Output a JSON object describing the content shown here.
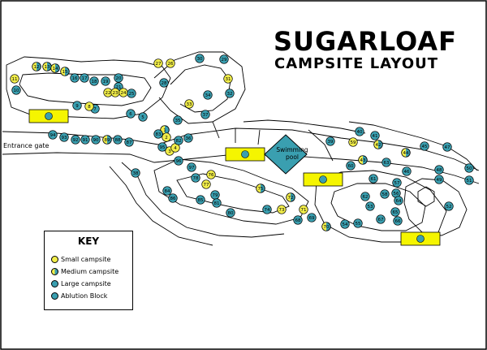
{
  "title_line1": "SUGARLOAF",
  "title_line2": "CAMPSITE LAYOUT",
  "entrance_label": "Entrance gate",
  "pool_label": "Swimming pool",
  "key": {
    "heading": "KEY",
    "items": [
      {
        "label": "Small campsite",
        "color": "#f2ee4a",
        "icon": "small-campsite-icon"
      },
      {
        "label": "Medium campsite",
        "color": "#f2ee4a",
        "icon": "medium-campsite-icon"
      },
      {
        "label": "Large campsite",
        "color": "#3a9fb0",
        "icon": "large-campsite-icon"
      },
      {
        "label": "Ablution Block",
        "color": "#3a9fb0",
        "icon": "ablution-block-icon"
      }
    ]
  },
  "colors": {
    "small": "#f2ee4a",
    "large": "#3a9fb0",
    "ablution_fill": "#f5f500",
    "pool": "#3a9fb0"
  },
  "sites": [
    {
      "n": "1",
      "t": "m"
    },
    {
      "n": "2",
      "t": "s"
    },
    {
      "n": "3",
      "t": "s"
    },
    {
      "n": "4",
      "t": "s"
    },
    {
      "n": "5",
      "t": "l"
    },
    {
      "n": "6",
      "t": "l"
    },
    {
      "n": "7",
      "t": "l"
    },
    {
      "n": "8",
      "t": "s"
    },
    {
      "n": "9",
      "t": "l"
    },
    {
      "n": "10",
      "t": "l"
    },
    {
      "n": "11",
      "t": "s"
    },
    {
      "n": "12",
      "t": "m"
    },
    {
      "n": "13",
      "t": "m"
    },
    {
      "n": "14",
      "t": "m"
    },
    {
      "n": "15",
      "t": "m"
    },
    {
      "n": "16",
      "t": "l"
    },
    {
      "n": "17",
      "t": "l"
    },
    {
      "n": "18",
      "t": "l"
    },
    {
      "n": "19",
      "t": "l"
    },
    {
      "n": "20",
      "t": "l"
    },
    {
      "n": "21",
      "t": "l"
    },
    {
      "n": "22",
      "t": "s"
    },
    {
      "n": "23",
      "t": "s"
    },
    {
      "n": "24",
      "t": "s"
    },
    {
      "n": "25",
      "t": "l"
    },
    {
      "n": "26",
      "t": "s"
    },
    {
      "n": "27",
      "t": "s"
    },
    {
      "n": "28",
      "t": "l"
    },
    {
      "n": "29",
      "t": "l"
    },
    {
      "n": "30",
      "t": "l"
    },
    {
      "n": "31",
      "t": "s"
    },
    {
      "n": "32",
      "t": "l"
    },
    {
      "n": "33",
      "t": "s"
    },
    {
      "n": "34",
      "t": "l"
    },
    {
      "n": "35",
      "t": "l"
    },
    {
      "n": "36",
      "t": "l"
    },
    {
      "n": "37",
      "t": "l"
    },
    {
      "n": "38",
      "t": "l"
    },
    {
      "n": "39",
      "t": "l"
    },
    {
      "n": "40",
      "t": "l"
    },
    {
      "n": "41",
      "t": "l"
    },
    {
      "n": "42",
      "t": "m"
    },
    {
      "n": "43",
      "t": "m"
    },
    {
      "n": "44",
      "t": "m"
    },
    {
      "n": "45",
      "t": "l"
    },
    {
      "n": "46",
      "t": "l"
    },
    {
      "n": "47",
      "t": "l"
    },
    {
      "n": "48",
      "t": "l"
    },
    {
      "n": "49",
      "t": "l"
    },
    {
      "n": "50",
      "t": "l"
    },
    {
      "n": "51",
      "t": "l"
    },
    {
      "n": "52",
      "t": "l"
    },
    {
      "n": "53",
      "t": "l"
    },
    {
      "n": "54",
      "t": "l"
    },
    {
      "n": "55",
      "t": "l"
    },
    {
      "n": "56",
      "t": "l"
    },
    {
      "n": "57",
      "t": "l"
    },
    {
      "n": "58",
      "t": "l"
    },
    {
      "n": "59",
      "t": "s"
    },
    {
      "n": "60",
      "t": "l"
    },
    {
      "n": "61",
      "t": "l"
    },
    {
      "n": "62",
      "t": "l"
    },
    {
      "n": "63",
      "t": "l"
    },
    {
      "n": "64",
      "t": "l"
    },
    {
      "n": "65",
      "t": "l"
    },
    {
      "n": "66",
      "t": "l"
    },
    {
      "n": "67",
      "t": "l"
    },
    {
      "n": "68",
      "t": "l"
    },
    {
      "n": "69",
      "t": "l"
    },
    {
      "n": "70",
      "t": "m"
    },
    {
      "n": "71",
      "t": "s"
    },
    {
      "n": "72",
      "t": "m"
    },
    {
      "n": "73",
      "t": "s"
    },
    {
      "n": "74",
      "t": "l"
    },
    {
      "n": "75",
      "t": "m"
    },
    {
      "n": "76",
      "t": "s"
    },
    {
      "n": "77",
      "t": "s"
    },
    {
      "n": "78",
      "t": "l"
    },
    {
      "n": "79",
      "t": "l"
    },
    {
      "n": "80",
      "t": "l"
    },
    {
      "n": "81",
      "t": "l"
    },
    {
      "n": "82",
      "t": "l"
    },
    {
      "n": "83",
      "t": "l"
    },
    {
      "n": "84",
      "t": "l"
    },
    {
      "n": "85",
      "t": "l"
    },
    {
      "n": "86",
      "t": "l"
    },
    {
      "n": "87",
      "t": "l"
    },
    {
      "n": "88",
      "t": "l"
    },
    {
      "n": "89",
      "t": "m"
    },
    {
      "n": "90",
      "t": "l"
    },
    {
      "n": "91",
      "t": "l"
    },
    {
      "n": "92",
      "t": "l"
    },
    {
      "n": "93",
      "t": "l"
    },
    {
      "n": "94",
      "t": "l"
    },
    {
      "n": "95",
      "t": "l"
    },
    {
      "n": "96",
      "t": "l"
    },
    {
      "n": "97",
      "t": "l"
    }
  ]
}
